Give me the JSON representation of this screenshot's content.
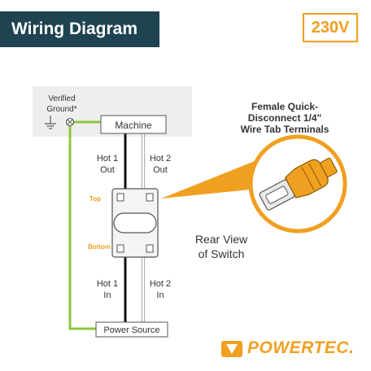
{
  "header": {
    "title": "Wiring Diagram",
    "voltage": "230V"
  },
  "colors": {
    "banner_bg": "#1f4350",
    "banner_text": "#ffffff",
    "accent": "#f0a020",
    "ground_wire": "#8cc63f",
    "hot1_wire": "#111111",
    "hot2_wire": "#d8d8d8",
    "panel_bg": "#eeeeee"
  },
  "diagram": {
    "ground_label_line1": "Verified",
    "ground_label_line2": "Ground*",
    "machine_label": "Machine",
    "power_label": "Power Source",
    "hot1_out_line1": "Hot 1",
    "hot1_out_line2": "Out",
    "hot2_out_line1": "Hot 2",
    "hot2_out_line2": "Out",
    "hot1_in_line1": "Hot 1",
    "hot1_in_line2": "In",
    "hot2_in_line1": "Hot 2",
    "hot2_in_line2": "In",
    "switch_top_label": "Top",
    "switch_bottom_label": "Bottom",
    "rear_view_line1": "Rear View",
    "rear_view_line2": "of Switch",
    "callout_line1": "Female Quick-",
    "callout_line2": "Disconnect 1/4\"",
    "callout_line3": "Wire Tab Terminals"
  },
  "brand": {
    "name": "POWERTEC."
  }
}
